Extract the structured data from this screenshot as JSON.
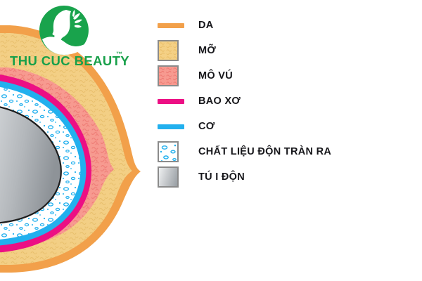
{
  "brand": {
    "name": "THU CUC BEAUTY",
    "trademark": "™",
    "logo_icon": "woman-face-leaf-circle-icon",
    "color": "#18a04a"
  },
  "diagram": {
    "name": "breast-implant-cross-section",
    "layers": [
      {
        "id": "skin",
        "label": "DA",
        "color": "#f2a04a"
      },
      {
        "id": "fat",
        "label": "MỠ",
        "color": "#f2d08a"
      },
      {
        "id": "gland",
        "label": "MÔ VÚ",
        "color": "#f79a90"
      },
      {
        "id": "capsule",
        "label": "BAO XƠ",
        "color": "#ec0f84"
      },
      {
        "id": "muscle",
        "label": "CƠ",
        "color": "#22b0ee"
      },
      {
        "id": "filler",
        "label": "CHẤT LIỆU ĐỘN TRÀN RA",
        "color": "#ffffff"
      },
      {
        "id": "implant",
        "label": "TÚ I ĐỘN",
        "color": "#b9bcc0"
      }
    ]
  },
  "legend": {
    "name": "diagram-legend",
    "items": [
      {
        "label": "DA",
        "swatch": "bar",
        "color": "#f2a04a",
        "icon": "skin-color-bar"
      },
      {
        "label": "MỠ",
        "swatch": "box",
        "color": "#f4d085",
        "icon": "fat-color-box"
      },
      {
        "label": "MÔ VÚ",
        "swatch": "box",
        "color": "#f79a90",
        "icon": "breast-tissue-color-box"
      },
      {
        "label": "BAO XƠ",
        "swatch": "bar",
        "color": "#ec0f84",
        "icon": "capsule-color-bar"
      },
      {
        "label": "CƠ",
        "swatch": "bar",
        "color": "#22b0ee",
        "icon": "muscle-color-bar"
      },
      {
        "label": "CHẤT LIỆU ĐỘN TRÀN RA",
        "swatch": "box",
        "color": "#ffffff",
        "icon": "leaked-filler-color-box"
      },
      {
        "label": "TÚ I ĐỘN",
        "swatch": "box",
        "color": "#c2c5c9",
        "icon": "implant-shell-color-box"
      }
    ]
  }
}
